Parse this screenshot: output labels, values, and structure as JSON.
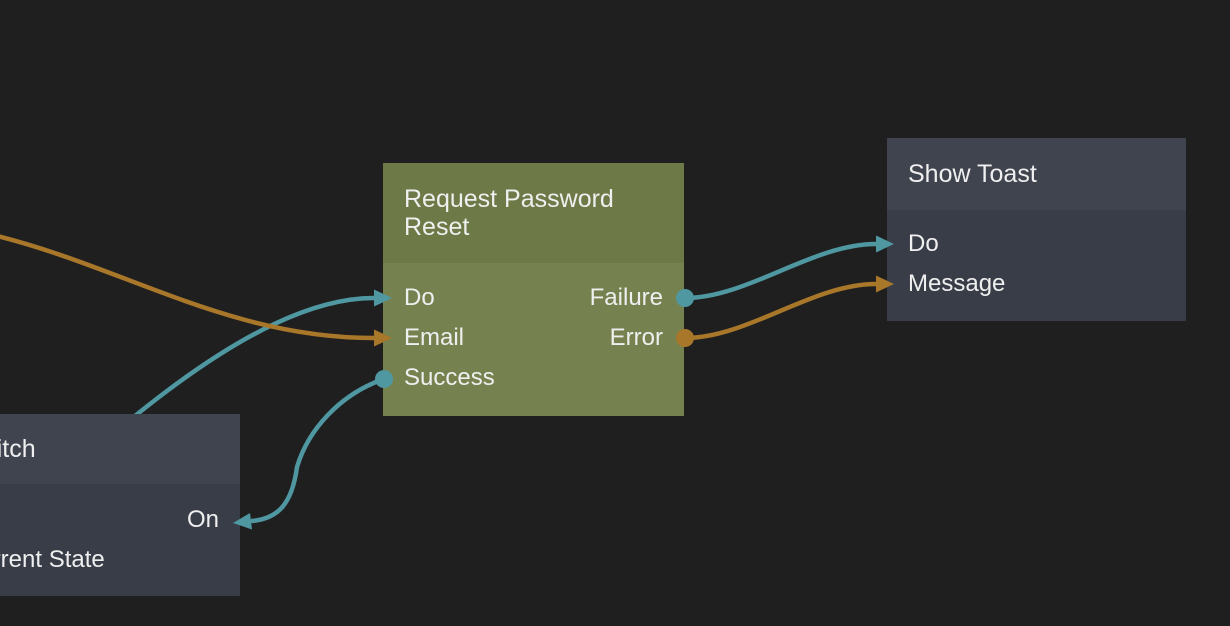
{
  "editor": {
    "type": "node-graph-canvas",
    "background": "#1f1f1f"
  },
  "colors": {
    "signal_connection": "#4f97a1",
    "data_connection": "#a8772a",
    "dark_node_header": "#40444f",
    "dark_node_body": "#393d48",
    "green_node_header": "#6d7a47",
    "green_node_body": "#75824f",
    "node_text": "#efefef"
  },
  "nodes": {
    "switch": {
      "title": "Switch",
      "ports": {
        "on": "On",
        "current_state": "Current State"
      }
    },
    "request_password_reset": {
      "title": "Request Password Reset",
      "ports": {
        "do": "Do",
        "email": "Email",
        "success": "Success",
        "failure": "Failure",
        "error": "Error"
      }
    },
    "show_toast": {
      "title": "Show Toast",
      "ports": {
        "do": "Do",
        "message": "Message"
      }
    }
  },
  "connections": [
    {
      "from": "offscreen-left",
      "to": "Request Password Reset / Do",
      "type": "signal"
    },
    {
      "from": "offscreen-left",
      "to": "Request Password Reset / Email",
      "type": "data"
    },
    {
      "from": "Request Password Reset / Success",
      "to": "Switch / On",
      "type": "signal"
    },
    {
      "from": "Request Password Reset / Failure",
      "to": "Show Toast / Do",
      "type": "signal"
    },
    {
      "from": "Request Password Reset / Error",
      "to": "Show Toast / Message",
      "type": "data"
    }
  ]
}
